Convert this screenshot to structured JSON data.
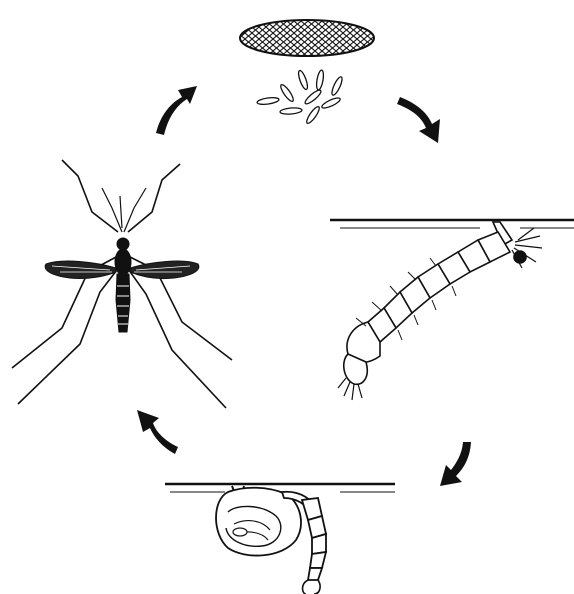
{
  "diagram": {
    "type": "cycle",
    "stages": [
      {
        "id": "egg",
        "label": ""
      },
      {
        "id": "larva",
        "label": ""
      },
      {
        "id": "pupa",
        "label": ""
      },
      {
        "id": "adult",
        "label": ""
      }
    ],
    "arrow_count": 4,
    "ink_color": "#111111",
    "water_color": "#222222",
    "background": "#ffffff"
  }
}
